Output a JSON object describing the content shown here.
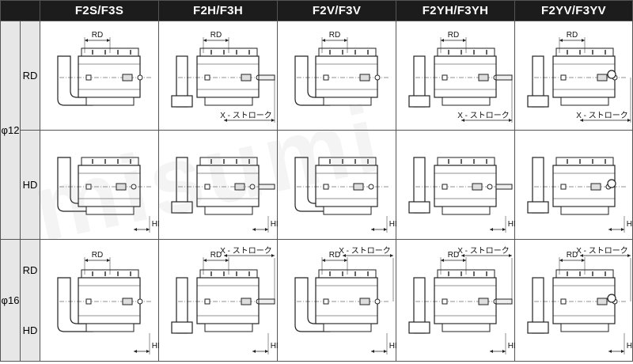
{
  "header": {
    "corner": "",
    "columns": [
      "F2S/F3S",
      "F2H/F3H",
      "F2V/F3V",
      "F2YH/F3YH",
      "F2YV/F3YV"
    ]
  },
  "rows": {
    "d12": {
      "size_label": "φ12",
      "rd_label": "RD",
      "hd_label": "HD",
      "rd": [
        {
          "dims": [
            "RD"
          ]
        },
        {
          "dims": [
            "RD",
            "X - ストローク"
          ]
        },
        {
          "dims": [
            "RD"
          ]
        },
        {
          "dims": [
            "RD",
            "X - ストローク"
          ]
        },
        {
          "dims": [
            "RD",
            "X - ストローク"
          ]
        }
      ],
      "hd": [
        {
          "dims": [
            "HD"
          ]
        },
        {
          "dims": [
            "HD"
          ]
        },
        {
          "dims": [
            "HD"
          ]
        },
        {
          "dims": [
            "HD"
          ]
        },
        {
          "dims": [
            "HD"
          ]
        }
      ]
    },
    "d16": {
      "size_label": "φ16",
      "rd_label": "RD",
      "hd_label": "HD",
      "cells": [
        {
          "dims": [
            "RD",
            "HD"
          ]
        },
        {
          "dims": [
            "RD",
            "X - ストローク",
            "HD"
          ]
        },
        {
          "dims": [
            "RD",
            "X - ストローク",
            "HD"
          ]
        },
        {
          "dims": [
            "RD",
            "X - ストローク",
            "HD"
          ]
        },
        {
          "dims": [
            "RD",
            "X - ストローク",
            "HD"
          ]
        }
      ]
    }
  },
  "watermark": "misumi",
  "colors": {
    "header_bg": "#1c1c1c",
    "label_bg": "#e7e7e7",
    "line": "#222222"
  }
}
